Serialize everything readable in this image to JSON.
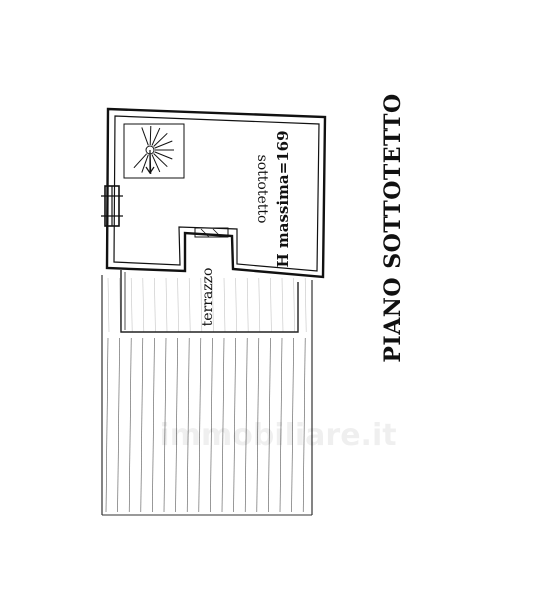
{
  "plan": {
    "title": "PIANO SOTTOTETTO",
    "rooms": {
      "sottotetto": "sottotetto",
      "height_note": "H massima=169",
      "terrazzo": "terrazzo"
    },
    "watermark": "immobiliare.it"
  }
}
